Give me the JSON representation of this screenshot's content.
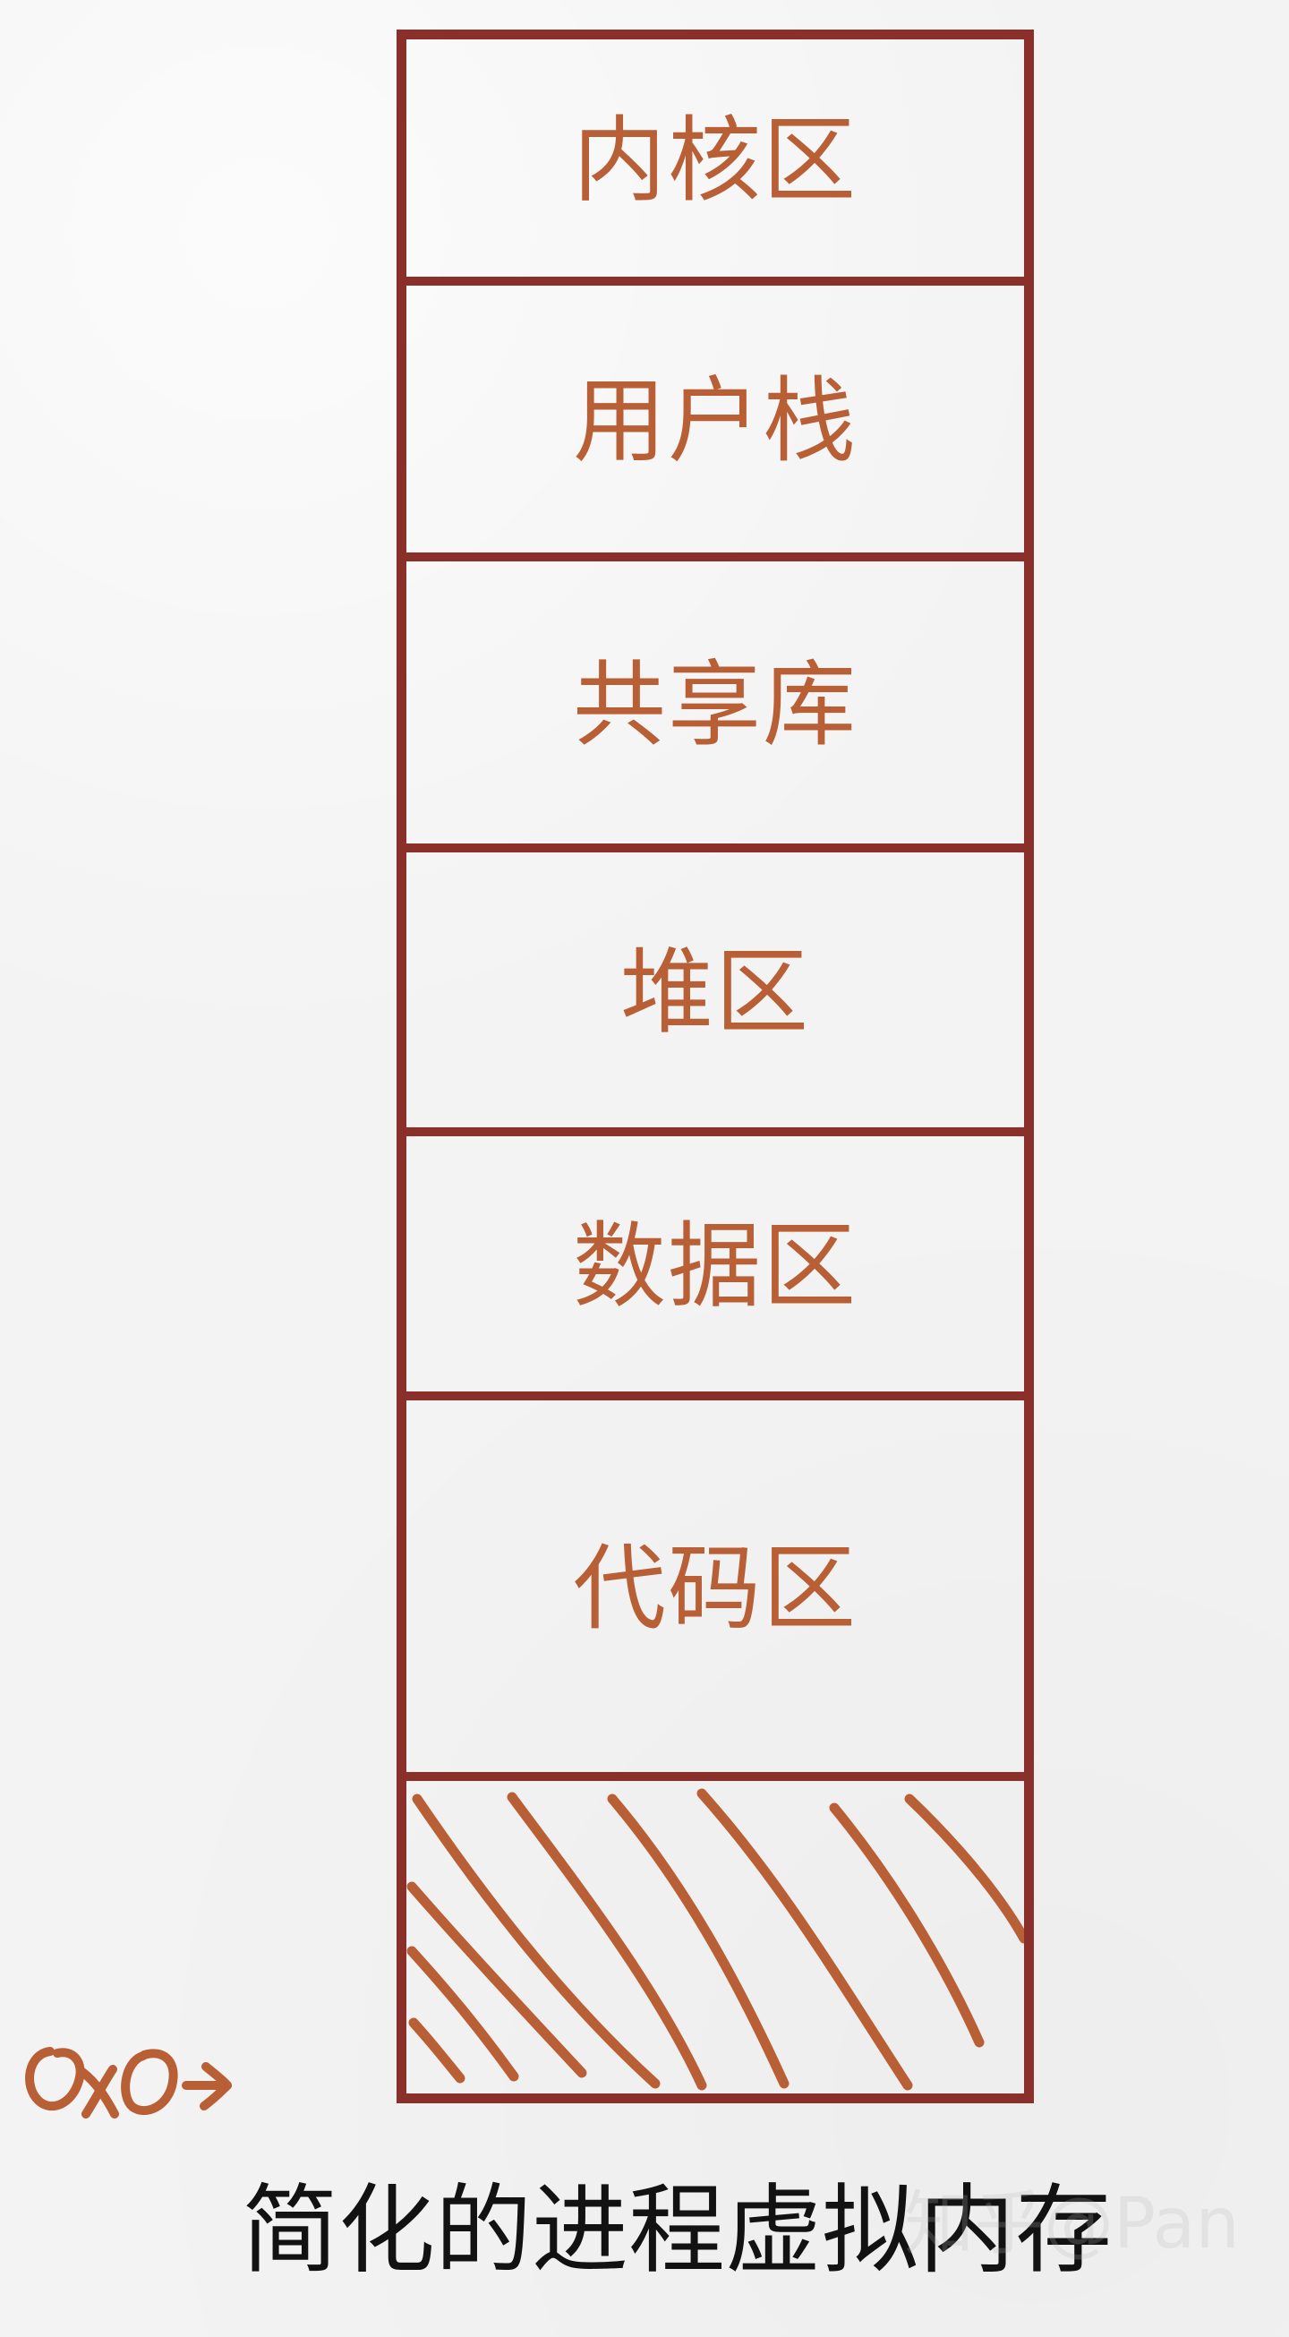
{
  "diagram": {
    "segments": [
      {
        "label": "内核区"
      },
      {
        "label": "用户栈"
      },
      {
        "label": "共享库"
      },
      {
        "label": "堆区"
      },
      {
        "label": "数据区"
      },
      {
        "label": "代码区"
      },
      {
        "label": ""
      }
    ],
    "zero_marker": "0x0",
    "caption": "简化的进程虚拟内存",
    "watermark": "知乎@Pan"
  },
  "colors": {
    "outline": "#8b2f2b",
    "text": "#b85f36",
    "caption": "#121212",
    "background": "#f3f3f3"
  }
}
